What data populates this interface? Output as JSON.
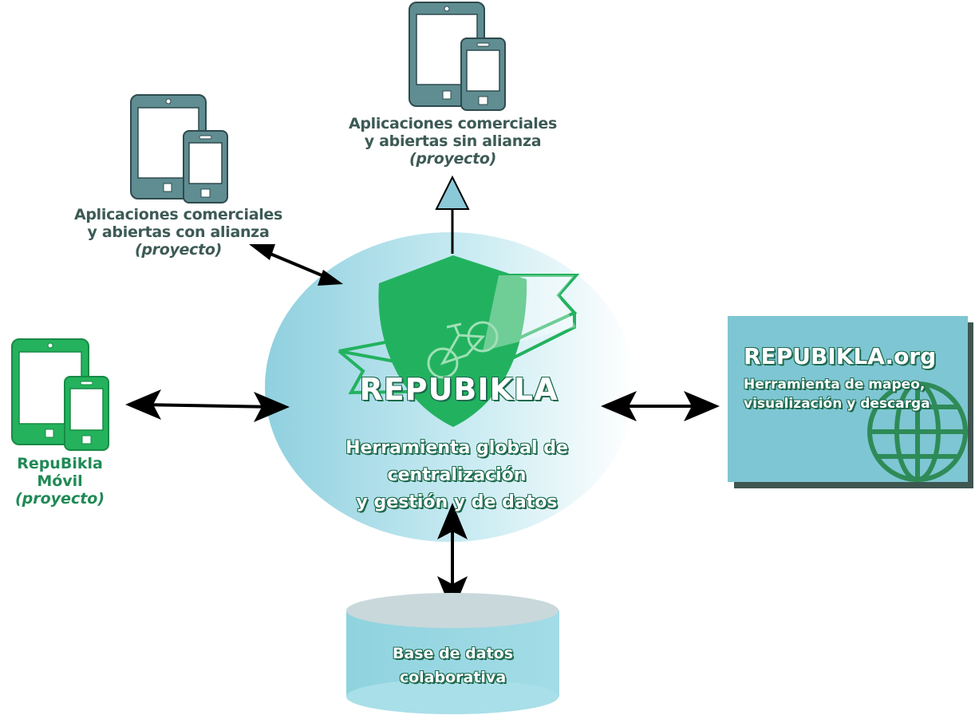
{
  "center": {
    "brand": "REPUBIKLA",
    "subtitle_line1": "Herramienta global de centralización",
    "subtitle_line2": "y gestión y de datos"
  },
  "top_node": {
    "line1": "Aplicaciones comerciales",
    "line2": "y abiertas sin alianza",
    "note": "(proyecto)"
  },
  "upper_left_node": {
    "line1": "Aplicaciones comerciales",
    "line2": "y abiertas con alianza",
    "note": "(proyecto)"
  },
  "left_node": {
    "line1": "RepuBikla Móvil",
    "note": "(proyecto)"
  },
  "right_node": {
    "title": "REPUBIKLA.org",
    "line1": "Herramienta de mapeo,",
    "line2": "visualización y descarga"
  },
  "bottom_node": {
    "line1": "Base de datos",
    "line2": "colaborativa"
  },
  "colors": {
    "device_grey": "#5f8d92",
    "device_green": "#24b25d",
    "logo_green": "#22b25f",
    "globe_green": "#2e8b57",
    "panel_blue": "#7ec6d3",
    "ellipse_blue": "#9ed6e2"
  }
}
